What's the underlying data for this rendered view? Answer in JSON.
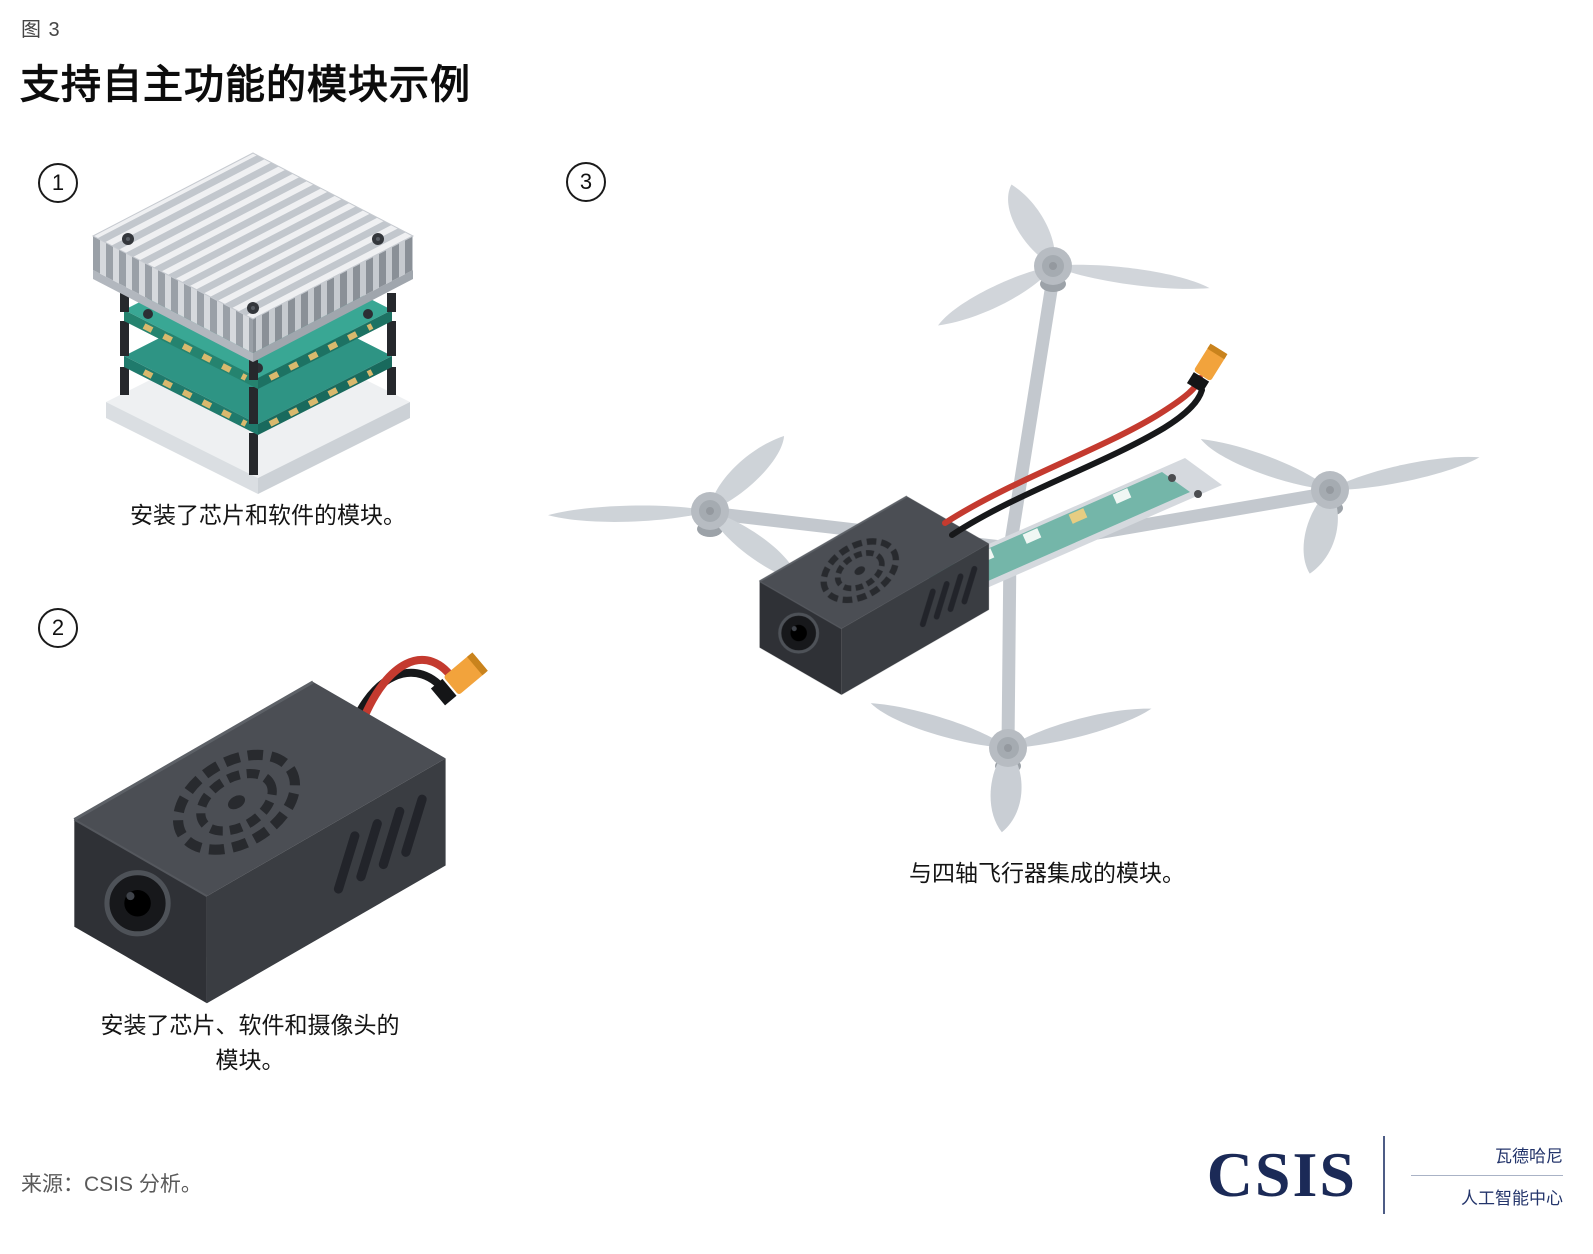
{
  "figure": {
    "label": "图 3",
    "title": "支持自主功能的模块示例"
  },
  "items": [
    {
      "number": "1",
      "caption": "安装了芯片和软件的模块。"
    },
    {
      "number": "2",
      "caption_line1": "安装了芯片、软件和摄像头的",
      "caption_line2": "模块。"
    },
    {
      "number": "3",
      "caption": "与四轴飞行器集成的模块。"
    }
  ],
  "illustrations": {
    "item1": "chip-module-with-heatsink",
    "item2": "camera-module-with-power-connector",
    "item3": "quadcopter-with-integrated-module"
  },
  "footer": {
    "source": "来源：CSIS 分析。",
    "logo_text": "CSIS",
    "org_line1": "瓦德哈尼",
    "org_line2": "人工智能中心"
  },
  "colors": {
    "accent_orange": "#f2a33c",
    "pcb_teal": "#39a794",
    "module_dark": "#3a3d42",
    "drone_gray": "#c6cbd1",
    "logo_navy": "#1b2a57"
  }
}
